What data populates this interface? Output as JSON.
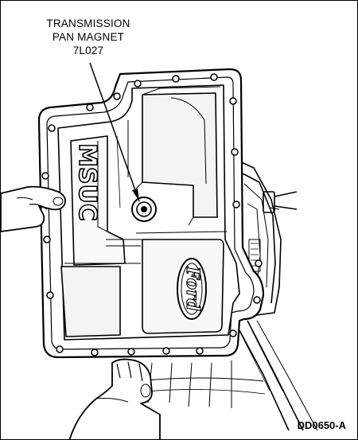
{
  "callout": {
    "line1": "TRANSMISSION",
    "line2": "PAN MAGNET",
    "part_number": "7L027"
  },
  "figure_id": "DD0650-A",
  "pan_embossing": {
    "model_text": "MSUC",
    "brand_logo": "Ford"
  },
  "icons": [
    "pan-magnet-icon",
    "ford-oval-logo",
    "bolt-hole-icon",
    "hand-icon"
  ]
}
